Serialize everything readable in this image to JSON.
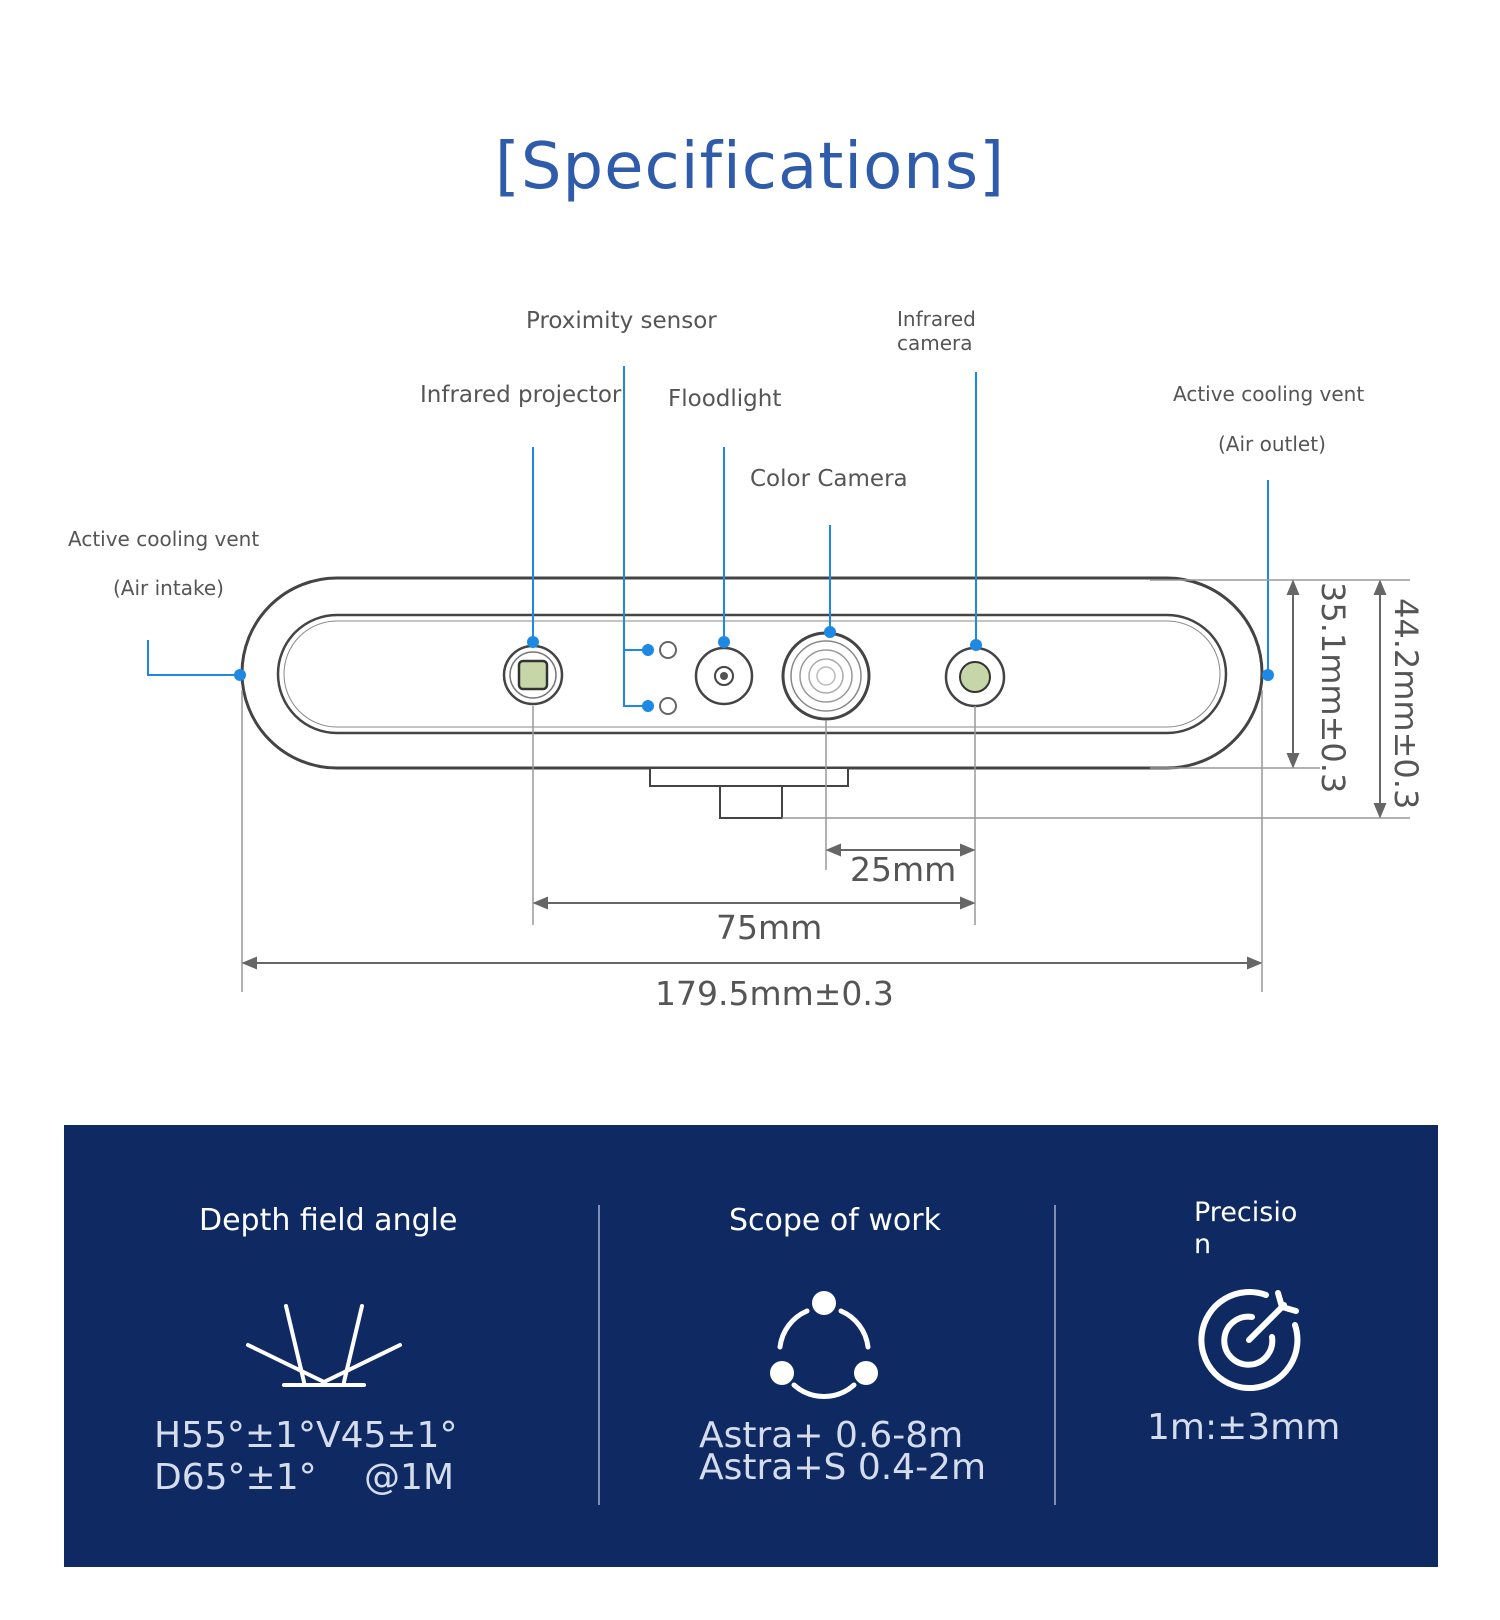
{
  "title": "[Specifications]",
  "callouts": {
    "proximity_sensor": "Proximity sensor",
    "infrared_projector": "Infrared projector",
    "floodlight": "Floodlight",
    "color_camera": "Color Camera",
    "infrared_camera_line1": "Infrared",
    "infrared_camera_line2": "camera",
    "vent_outlet_line1": "Active cooling vent",
    "vent_outlet_line2": "(Air outlet)",
    "vent_intake_line1": "Active cooling vent",
    "vent_intake_line2": "(Air intake)"
  },
  "dimensions": {
    "camera_spacing": "25mm",
    "baseline": "75mm",
    "width": "179.5mm±0.3",
    "body_height": "35.1mm±0.3",
    "total_height": "44.2mm±0.3"
  },
  "specs": {
    "depth": {
      "title": "Depth field angle",
      "line1": "H55°±1°V45±1°",
      "line2": "D65°±1°　 @1M",
      "icon": "field-angle-icon"
    },
    "scope": {
      "title": "Scope of work",
      "line1": "Astra+  0.6-8m",
      "line2": "Astra+S 0.4-2m",
      "icon": "range-cycle-icon"
    },
    "precision": {
      "title_line1": "Precisio",
      "title_line2": "n",
      "value": "1m:±3mm",
      "icon": "target-icon"
    }
  },
  "colors": {
    "accent_blue": "#2f5bab",
    "callout_blue": "#1e88e5",
    "panel_navy": "#0f2a63"
  }
}
